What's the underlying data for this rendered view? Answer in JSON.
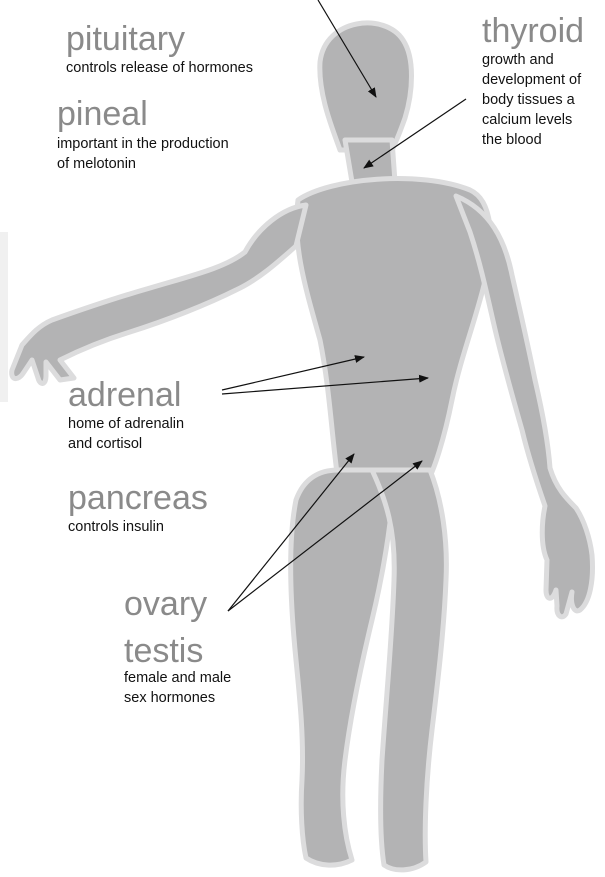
{
  "glands": {
    "pituitary": {
      "name": "pituitary",
      "desc": "controls release of hormones"
    },
    "pineal": {
      "name": "pineal",
      "desc_lines": [
        "important in the production",
        "of melotonin"
      ]
    },
    "thyroid": {
      "name": "thyroid",
      "desc_lines": [
        "growth and",
        "development of",
        "body tissues a",
        "calcium levels",
        "the blood"
      ]
    },
    "adrenal": {
      "name": "adrenal",
      "desc_lines": [
        "home of adrenalin",
        "and cortisol"
      ]
    },
    "pancreas": {
      "name": "pancreas",
      "desc": "controls insulin"
    },
    "ovary": {
      "name": "ovary"
    },
    "testis": {
      "name": "testis",
      "desc_lines": [
        "female and male",
        "sex hormones"
      ]
    }
  },
  "colors": {
    "body": "#b3b3b4",
    "outline": "#dcdcdd",
    "title": "#8a8a8a",
    "text": "#111111"
  }
}
